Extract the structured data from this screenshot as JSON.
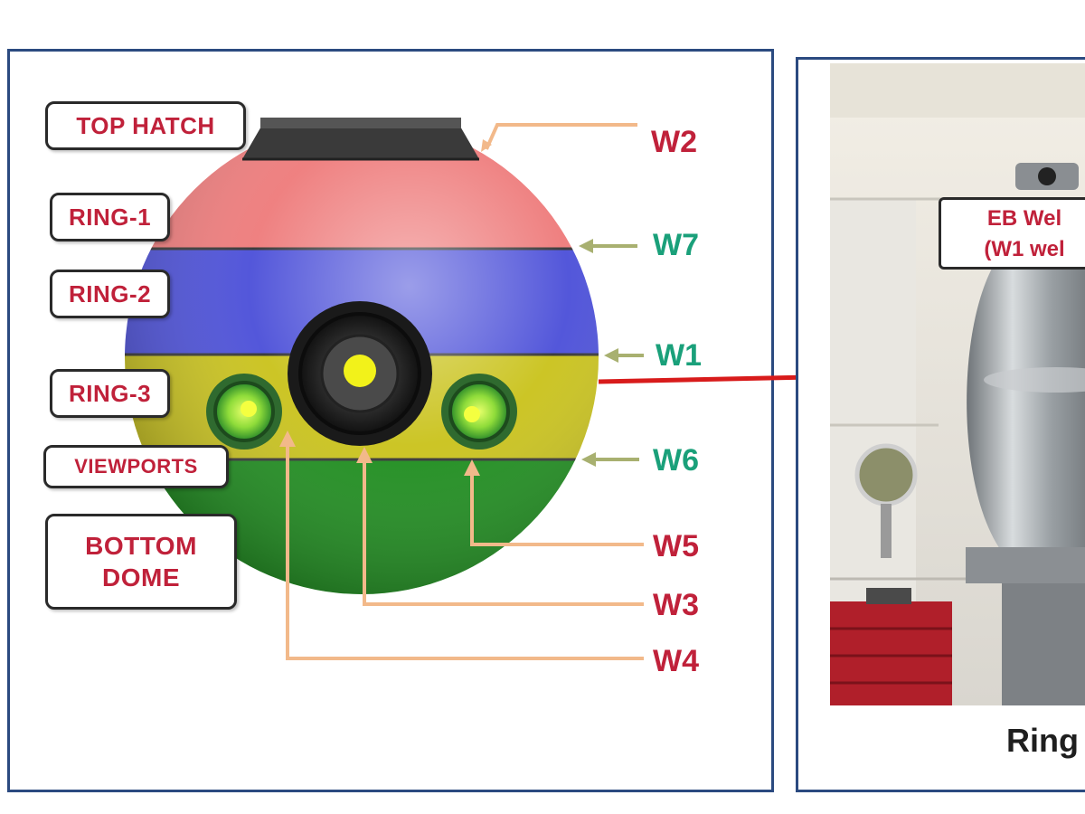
{
  "labels": {
    "top_hatch": "TOP HATCH",
    "ring1": "RING-1",
    "ring2": "RING-2",
    "ring3": "RING-3",
    "viewports": "VIEWPORTS",
    "bottom_dome_line1": "BOTTOM",
    "bottom_dome_line2": "DOME"
  },
  "welds": {
    "w2": "W2",
    "w7": "W7",
    "w1": "W1",
    "w6": "W6",
    "w5": "W5",
    "w3": "W3",
    "w4": "W4"
  },
  "photo": {
    "callout_line1": "EB Wel",
    "callout_line2": "(W1 wel",
    "caption": "Ring"
  },
  "colors": {
    "ring1": "#ee7a7a",
    "ring2": "#4a4ed8",
    "ring3": "#c9c21a",
    "bottom_dome": "#1a8c1a",
    "top_hatch": "#3a3a3a",
    "leader_lines": "#f2b98a",
    "weld_arrow": "#a8b070",
    "main_arrow": "#d81b1b",
    "label_red": "#c0213a",
    "label_green": "#1aa07a",
    "panel_border": "#2b4a80"
  }
}
